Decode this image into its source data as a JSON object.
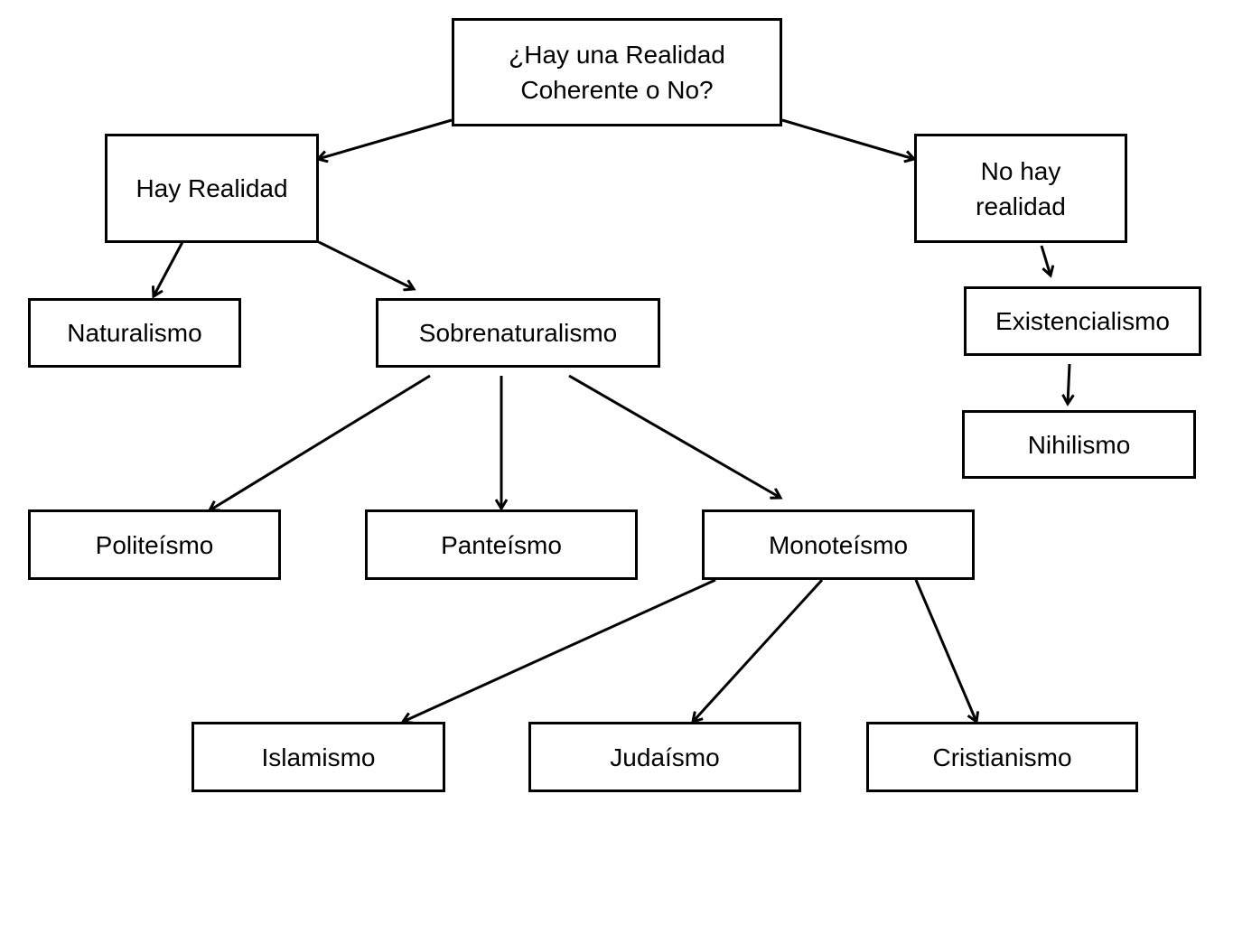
{
  "diagram": {
    "nodes": [
      {
        "id": "root",
        "lines": [
          "¿Hay una Realidad",
          "Coherente o No?"
        ]
      },
      {
        "id": "hay-realidad",
        "lines": [
          "Hay Realidad"
        ]
      },
      {
        "id": "no-hay-realidad",
        "lines": [
          "No hay",
          "realidad"
        ]
      },
      {
        "id": "naturalismo",
        "lines": [
          "Naturalismo"
        ]
      },
      {
        "id": "sobrenaturalismo",
        "lines": [
          "Sobrenaturalismo"
        ]
      },
      {
        "id": "existencialismo",
        "lines": [
          "Existencialismo"
        ]
      },
      {
        "id": "nihilismo",
        "lines": [
          "Nihilismo"
        ]
      },
      {
        "id": "politeismo",
        "lines": [
          "Politeísmo"
        ]
      },
      {
        "id": "panteismo",
        "lines": [
          "Panteísmo"
        ]
      },
      {
        "id": "monoteismo",
        "lines": [
          "Monoteísmo"
        ]
      },
      {
        "id": "islamismo",
        "lines": [
          "Islamismo"
        ]
      },
      {
        "id": "judaismo",
        "lines": [
          "Judaísmo"
        ]
      },
      {
        "id": "cristianismo",
        "lines": [
          "Cristianismo"
        ]
      }
    ],
    "edges": [
      {
        "from": "root",
        "to": "hay-realidad"
      },
      {
        "from": "root",
        "to": "no-hay-realidad"
      },
      {
        "from": "hay-realidad",
        "to": "naturalismo"
      },
      {
        "from": "hay-realidad",
        "to": "sobrenaturalismo"
      },
      {
        "from": "no-hay-realidad",
        "to": "existencialismo"
      },
      {
        "from": "existencialismo",
        "to": "nihilismo"
      },
      {
        "from": "sobrenaturalismo",
        "to": "politeismo"
      },
      {
        "from": "sobrenaturalismo",
        "to": "panteismo"
      },
      {
        "from": "sobrenaturalismo",
        "to": "monoteismo"
      },
      {
        "from": "monoteismo",
        "to": "islamismo"
      },
      {
        "from": "monoteismo",
        "to": "judaismo"
      },
      {
        "from": "monoteismo",
        "to": "cristianismo"
      }
    ]
  }
}
